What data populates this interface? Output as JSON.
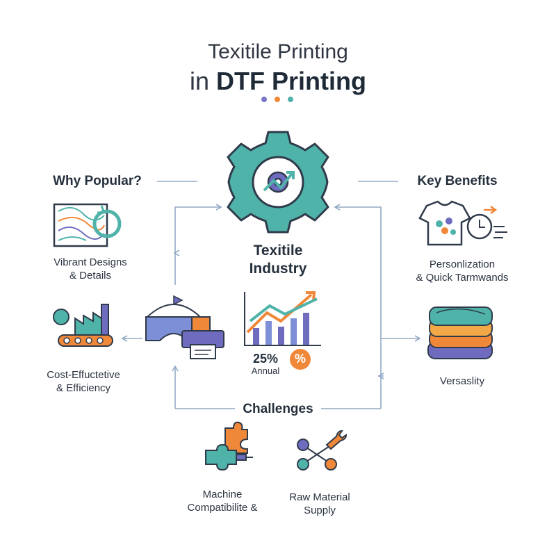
{
  "title": {
    "line1": "Texitile Printing",
    "line2_prefix": "in ",
    "line2_bold": "DTF Printing"
  },
  "center": {
    "title_line1": "Texitile",
    "title_line2": "Industry",
    "stat_value": "25%",
    "stat_label": "Annual",
    "stat_symbol": "%"
  },
  "sections": {
    "why_popular": "Why Popular?",
    "key_benefits": "Key Benefits",
    "challenges": "Challenges"
  },
  "items": {
    "vibrant_line1": "Vibrant Designs",
    "vibrant_line2": "& Details",
    "cost_line1": "Cost-Effuctetive",
    "cost_line2": "& Efficiency",
    "personal_line1": "Personlization",
    "personal_line2": "& Quick Tarmwands",
    "versatility": "Versaslity",
    "machine_line1": "Machine",
    "machine_line2": "Compatibilite &",
    "raw_line1": "Raw Material",
    "raw_line2": "Supply"
  },
  "colors": {
    "teal": "#4fb3a9",
    "orange": "#f0883a",
    "purple": "#6f6cc0",
    "navy": "#2f3a4a",
    "connector": "#93aac4"
  },
  "icons": [
    "gear-icon",
    "growth-chart-icon",
    "percent-icon",
    "fabric-swirl-icon",
    "factory-conveyor-icon",
    "printer-bridge-icon",
    "tshirt-icon",
    "clock-icon",
    "fabric-stack-icon",
    "puzzle-icon",
    "wrench-nodes-icon"
  ]
}
